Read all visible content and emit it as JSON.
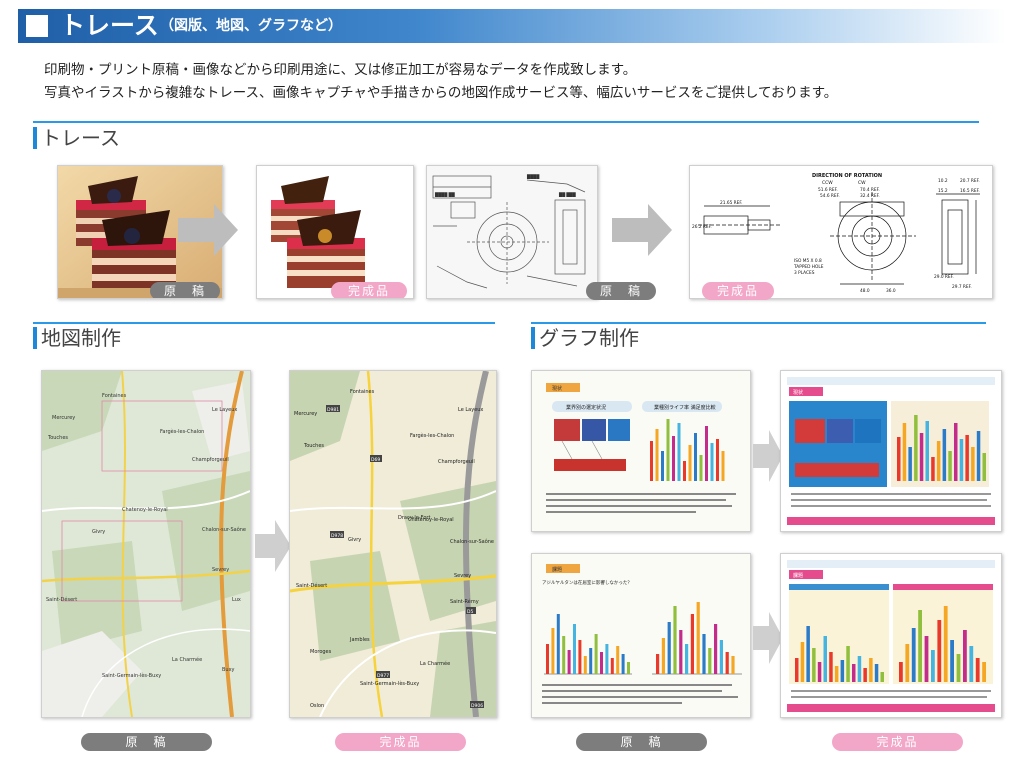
{
  "header": {
    "title": "トレース",
    "subtitle": "（図版、地図、グラフなど）"
  },
  "intro": {
    "line1": "印刷物・プリント原稿・画像などから印刷用途に、又は修正加工が容易なデータを作成致します。",
    "line2": "写真やイラストから複雑なトレース、画像キャプチャや手描きからの地図作成サービス等、幅広いサービスをご提供しております。"
  },
  "sections": {
    "trace": "トレース",
    "map": "地図制作",
    "graph": "グラフ制作"
  },
  "labels": {
    "original": "原　稿",
    "finished": "完成品"
  },
  "drawing": {
    "title": "DIRECTION OF ROTATION",
    "ccw": "CCW",
    "cw": "CW",
    "dims": [
      "10.2",
      "20.7 REF.",
      "51.6 REF.",
      "70.4 REF.",
      "54.6 REF.",
      "32.4 REF.",
      "21.65 REF.",
      "26.2 REF.",
      "15.2",
      "16.5 REF.",
      "48.0",
      "36.0",
      "29.0 REF.",
      "29.7 REF."
    ],
    "note1": "ISO M5 X 0.8",
    "note2": "TAPPED HOLE",
    "note3": "3 PLACES"
  },
  "map": {
    "places": [
      "Fontaines",
      "Le Layeux",
      "Mercurey",
      "Fargès-les-Chalon",
      "Touches",
      "Champforgeuil",
      "Chatenoy-le-Royal",
      "Chalon-sur-Saône",
      "Givry",
      "Saint-Désert",
      "Sevrey",
      "Lux",
      "Buxy",
      "Saint-Germain-lès-Buxy",
      "La Charmée",
      "Jambles",
      "Moroges",
      "Dracy-le-Fort",
      "Saint-Rémy",
      "Oslon"
    ],
    "roads": [
      "D981",
      "D978",
      "D69",
      "D977",
      "D5",
      "D906"
    ]
  },
  "graph": {
    "tag1": "現状",
    "tag2": "課題",
    "heading1": "業界別の選定状況",
    "heading2": "業種別ライフ率 満足度比較",
    "heading3": "アジルヤルタンは在居室に影響しなかった？",
    "series_colors": [
      "#e8392b",
      "#f5a623",
      "#2b7bc8",
      "#8fbf3c",
      "#c32c8a",
      "#46b4e0"
    ]
  }
}
